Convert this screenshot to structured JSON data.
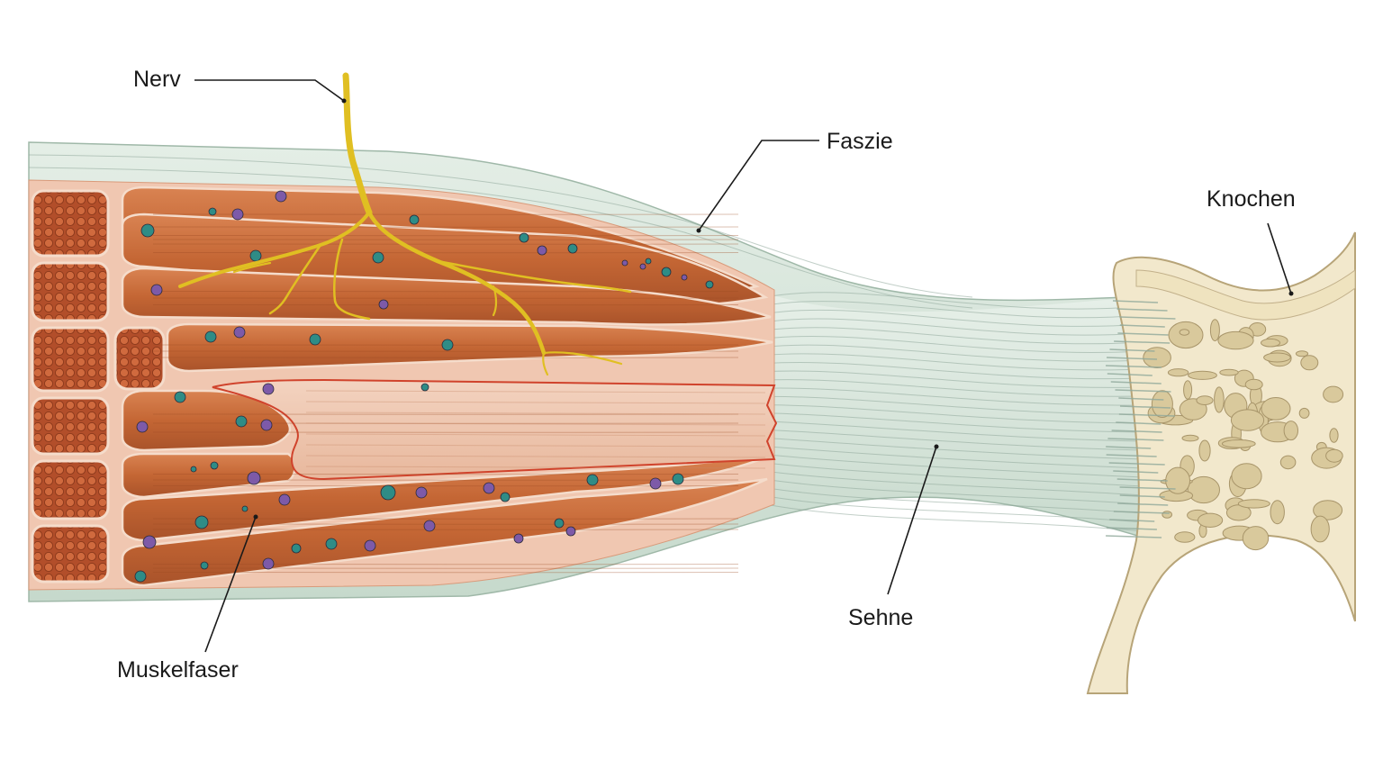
{
  "labels": {
    "nerve": "Nerv",
    "fascia": "Faszie",
    "bone": "Knochen",
    "tendon": "Sehne",
    "muscle_fiber": "Muskelfaser"
  },
  "colors": {
    "muscle": "#c8693a",
    "muscle_dark": "#a84f26",
    "fascia": "#cfe0d4",
    "tendon": "#dce9e0",
    "bone": "#f2e8cc",
    "nerve": "#e8c830",
    "nucleus_teal": "#2f8c86",
    "nucleus_purple": "#7d5aa8"
  }
}
